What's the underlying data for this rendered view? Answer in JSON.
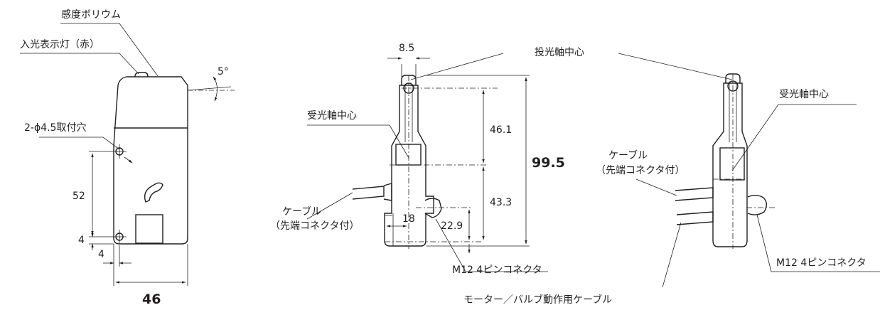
{
  "labels": {
    "volume": "感度ボリウム",
    "indicator": "入光表示灯（赤）",
    "angle": "5°",
    "holes": "2-ϕ4.5取付穴",
    "dim_52": "52",
    "dim_4v": "4",
    "dim_4h": "4",
    "dim_46": "46",
    "dim_8_5": "8.5",
    "emit_axis": "投光軸中心",
    "recv_axis_left": "受光軸中心",
    "recv_axis_right": "受光軸中心",
    "dim_46_1": "46.1",
    "dim_99_5": "99.5",
    "dim_43_3": "43.3",
    "dim_18": "18",
    "dim_22_9": "22.9",
    "cable_left_1": "ケーブル",
    "cable_left_2": "（先端コネクタ付）",
    "cable_right_1": "ケーブル",
    "cable_right_2": "（先端コネクタ付）",
    "connector_left": "M12 4ピンコネクタ",
    "connector_right": "M12 4ピンコネクタ",
    "motor_cable": "モーター／バルブ動作用ケーブル"
  }
}
